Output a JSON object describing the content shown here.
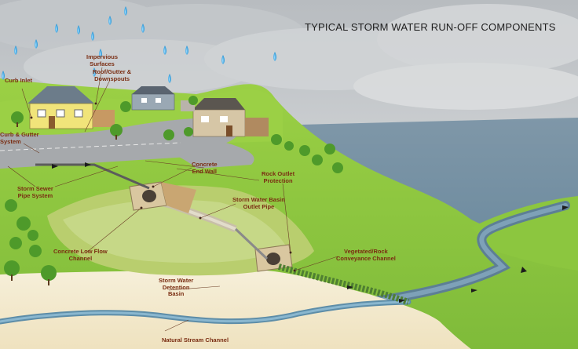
{
  "title": "TYPICAL STORM WATER RUN-OFF COMPONENTS",
  "labels": {
    "curb_inlet": "Curb Inlet",
    "impervious_1": "Impervious",
    "impervious_2": "Surfaces",
    "roof_1": "Roof/Gutter &",
    "roof_2": "Downspouts",
    "curb_gutter_1": "Curb & Gutter",
    "curb_gutter_2": "System",
    "concrete_end_1": "Concrete",
    "concrete_end_2": "End Wall",
    "rock_outlet_1": "Rock Outlet",
    "rock_outlet_2": "Protection",
    "sewer_1": "Storm Sewer",
    "sewer_2": "Pipe System",
    "basin_pipe_1": "Storm Water Basin",
    "basin_pipe_2": "Outlet Pipe",
    "low_flow_1": "Concrete Low Flow",
    "low_flow_2": "Channel",
    "vegetated_1": "Vegetated/Rock",
    "vegetated_2": "Conveyance Channel",
    "detention_1": "Storm Water",
    "detention_2": "Detention",
    "detention_3": "Basin",
    "natural_stream": "Natural Stream Channel"
  },
  "colors": {
    "label_text": "#7a2d12",
    "title_text": "#1e1e1e",
    "grass": "#8cc63f",
    "dark_grass": "#5f9e2e",
    "water": "#6b8ea8",
    "sand": "#f3ead0",
    "road": "#a7aaad",
    "rain": "#3aa9e0"
  }
}
